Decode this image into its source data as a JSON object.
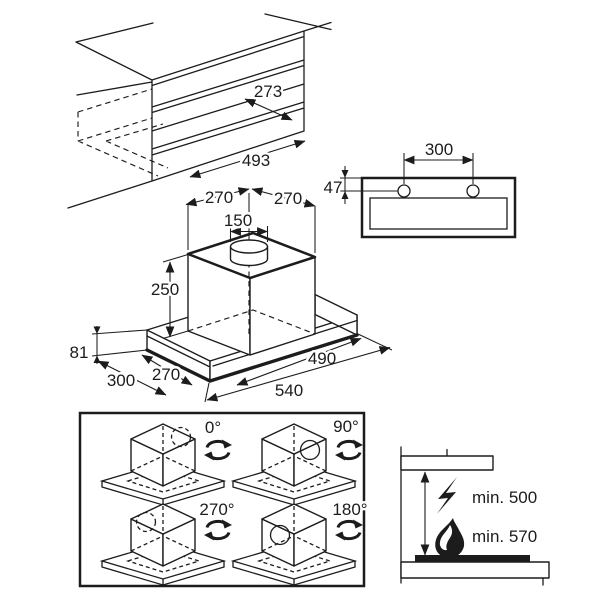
{
  "diagram": {
    "title": "cooker-hood-installation-diagram",
    "colors": {
      "line": "#1c1c1c",
      "background": "#ffffff"
    },
    "icons": {
      "rotation": "rotation-arrows-icon",
      "electric_clearance": "lightning-icon",
      "gas_clearance": "flame-icon"
    },
    "cabinet": {
      "cutout_depth": "273",
      "cutout_width": "493"
    },
    "mounting": {
      "hole_spacing": "300",
      "hole_top_offset": "47"
    },
    "hood": {
      "duct_offset_left": "270",
      "duct_offset_right": "270",
      "duct_diameter": "150",
      "body_height": "250",
      "visor_height": "81",
      "visor_depth": "300",
      "inner_depth": "270",
      "inner_width": "490",
      "total_width": "540"
    },
    "rotation": {
      "angles": [
        "0°",
        "90°",
        "270°",
        "180°"
      ]
    },
    "clearance": {
      "electric_min": "min. 500",
      "gas_min": "min. 570"
    }
  }
}
